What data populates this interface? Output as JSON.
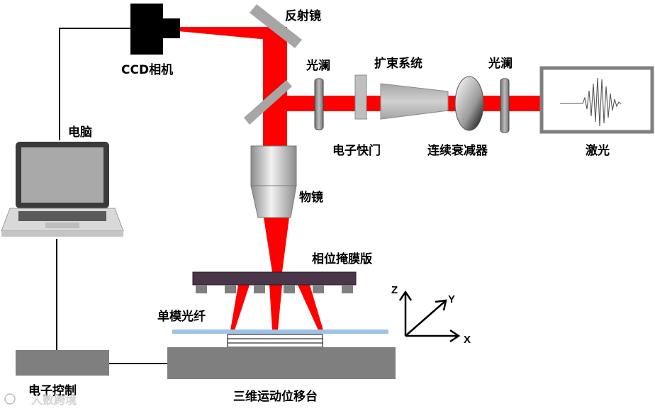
{
  "labels": {
    "mirror": "反射镜",
    "ccd_camera": "CCD相机",
    "aperture_left": "光澜",
    "beam_expander": "扩束系统",
    "aperture_right": "光澜",
    "computer": "电脑",
    "electronic_shutter": "电子快门",
    "attenuator": "连续衰减器",
    "laser": "激光",
    "objective": "物镜",
    "phase_mask": "相位掩膜版",
    "single_mode_fiber": "单模光纤",
    "electronic_control": "电子控制",
    "stage": "三维运动位移台"
  },
  "axes": {
    "x": "X",
    "y": "Y",
    "z": "Z"
  },
  "watermark": "人数跨境",
  "colors": {
    "beam": "#ff0000",
    "device_gray": "#7f7f7f",
    "mask": "#4b3548",
    "fiber": "#9dc3e6",
    "wire": "#000000"
  }
}
